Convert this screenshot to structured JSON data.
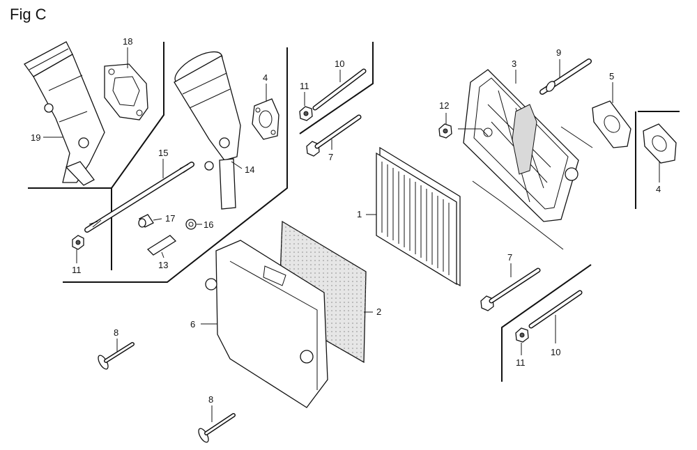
{
  "figure": {
    "title": "Fig C"
  },
  "callouts": {
    "c1": "1",
    "c2": "2",
    "c3": "3",
    "c4a": "4",
    "c4b": "4",
    "c5": "5",
    "c6": "6",
    "c7a": "7",
    "c7b": "7",
    "c8a": "8",
    "c8b": "8",
    "c9": "9",
    "c10a": "10",
    "c10b": "10",
    "c11a": "11",
    "c11b": "11",
    "c11c": "11",
    "c12": "12",
    "c13": "13",
    "c14": "14",
    "c15": "15",
    "c16": "16",
    "c17": "17",
    "c18": "18",
    "c19": "19"
  }
}
